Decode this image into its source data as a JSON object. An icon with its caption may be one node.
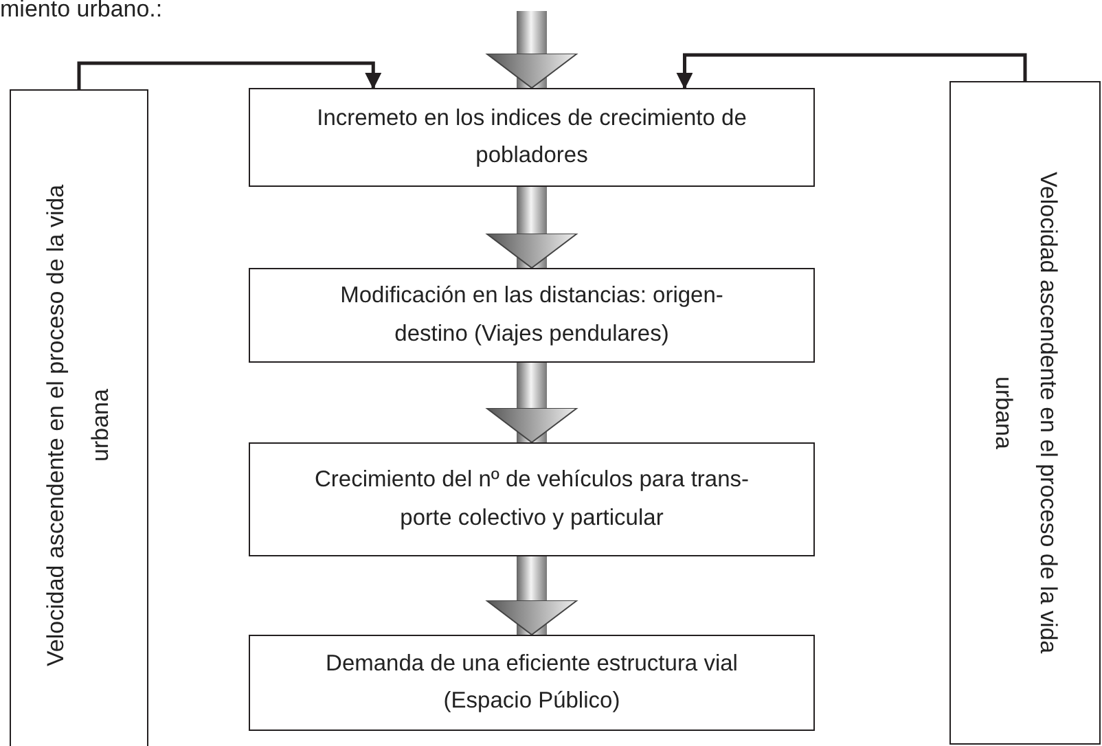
{
  "diagram": {
    "nodes": [
      {
        "text": [
          "Velocidad ascendente en el proceso de la vida urbana"
        ]
      },
      {
        "text": [
          "Incremeto en los indices de crecimiento de pobladores"
        ]
      },
      {
        "text": [
          "Modificación en las distancias: origen-destino (Viajes pendulares)"
        ]
      },
      {
        "text": [
          "Crecimiento del nº de vehículos para trans- porte colectivo y particular"
        ]
      },
      {
        "text": [
          "Demanda de una eficiente estructura vial (Espacio Público)"
        ]
      },
      {
        "text": [
          "Velocidad ascendente en el proceso de la vida urbana"
        ]
      }
    ],
    "edges": [
      {
        "from": null,
        "to": 1,
        "arrow": "to",
        "style": "thick"
      },
      {
        "from": 0,
        "to": 1,
        "arrow": "to"
      },
      {
        "from": 5,
        "to": 1,
        "arrow": "to"
      },
      {
        "from": 1,
        "to": 2,
        "arrow": "to",
        "style": "thick"
      },
      {
        "from": 2,
        "to": 3,
        "arrow": "to",
        "style": "thick"
      },
      {
        "from": 3,
        "to": 4,
        "arrow": "to",
        "style": "thick"
      }
    ],
    "labels": [
      "miento urbano.:"
    ]
  }
}
